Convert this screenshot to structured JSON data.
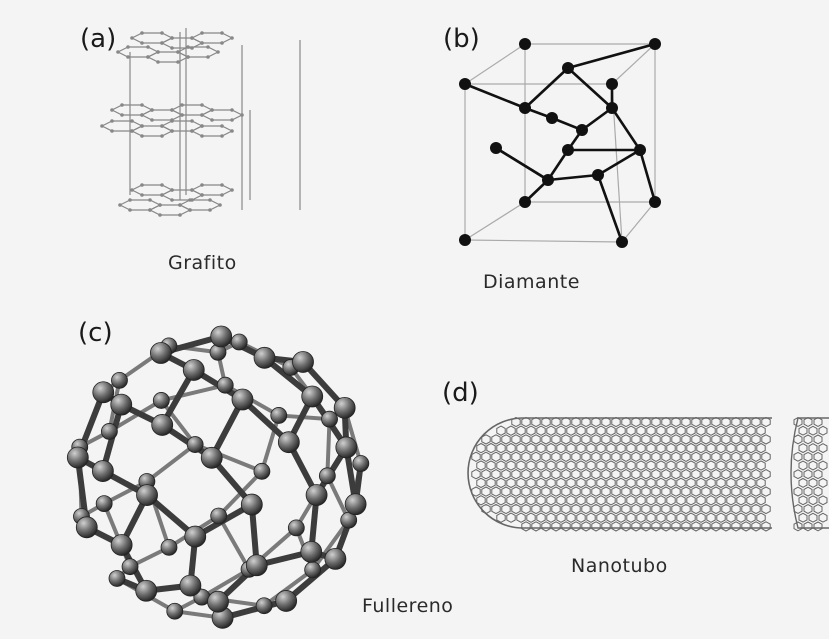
{
  "panels": [
    {
      "id": "a",
      "letter": "(a)",
      "name": "Grafito"
    },
    {
      "id": "b",
      "letter": "(b)",
      "name": "Diamante"
    },
    {
      "id": "c",
      "letter": "(c)",
      "name": "Fullereno"
    },
    {
      "id": "d",
      "letter": "(d)",
      "name": "Nanotubo"
    }
  ],
  "colors": {
    "line": "#888888",
    "atom_dark": "#111111",
    "atom_gray": "#555555",
    "bond_gray": "#3c3c3c",
    "tube_line": "#666666"
  }
}
